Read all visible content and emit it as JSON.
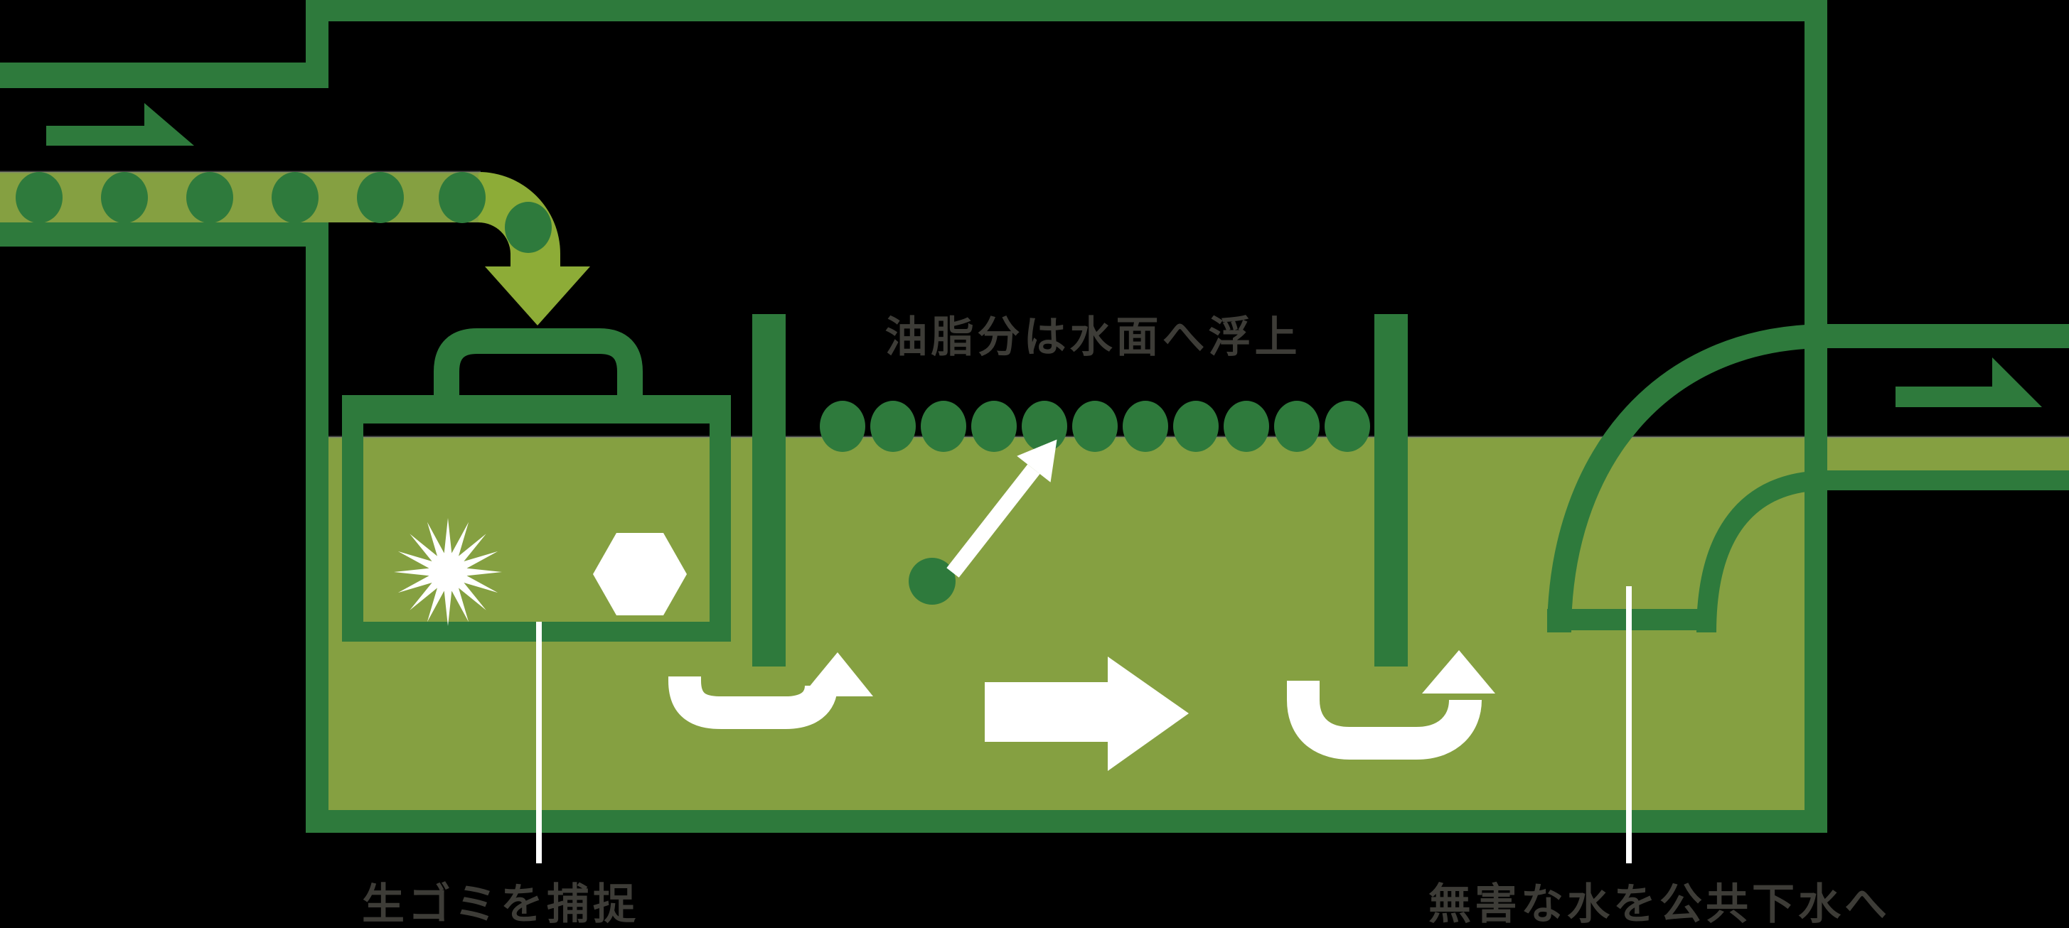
{
  "diagram": {
    "title_hint": "grease-trap-flow-diagram",
    "labels": {
      "surface_note": "油脂分は水面へ浮上",
      "basket_note": "生ゴミを捕捉",
      "outflow_note": "無害な水を公共下水へ"
    }
  },
  "colors": {
    "bg": "#000000",
    "dark": "#2e7a3c",
    "light": "#85a041",
    "arrow": "#8dac37",
    "white": "#ffffff",
    "text": "#3d3c37",
    "edge": "#7d7d7d"
  }
}
